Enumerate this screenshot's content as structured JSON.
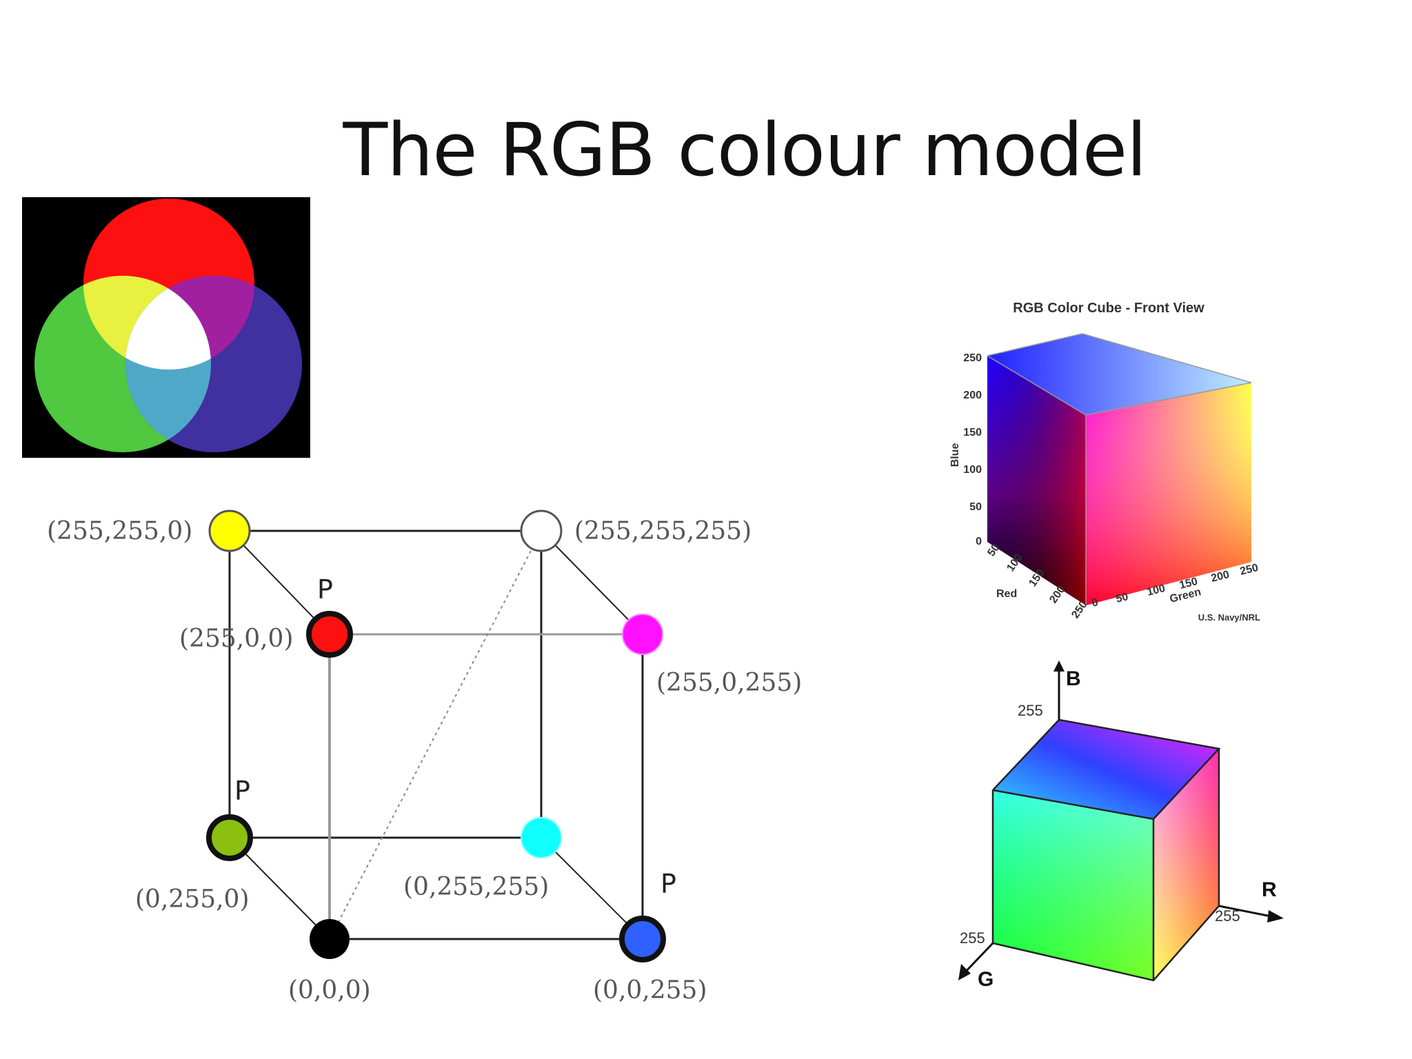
{
  "slide": {
    "title": "The RGB colour model"
  },
  "cube_diagram": {
    "p_marker": "P",
    "vertices": {
      "yellow": {
        "label": "(255,255,0)",
        "color": "#ffff00"
      },
      "white": {
        "label": "(255,255,255)",
        "color": "#ffffff"
      },
      "red": {
        "label": "(255,0,0)",
        "color": "#ff1010"
      },
      "magenta": {
        "label": "(255,0,255)",
        "color": "#ff10ff"
      },
      "green": {
        "label": "(0,255,0)",
        "color": "#8cc010"
      },
      "cyan": {
        "label": "(0,255,255)",
        "color": "#10ffff"
      },
      "black": {
        "label": "(0,0,0)",
        "color": "#000000"
      },
      "blue": {
        "label": "(0,0,255)",
        "color": "#3060ff"
      }
    }
  },
  "color_cube_front": {
    "title": "RGB Color Cube - Front View",
    "blue_axis_label": "Blue",
    "red_axis_label": "Red",
    "green_axis_label": "Green",
    "blue_ticks": [
      "250",
      "200",
      "150",
      "100",
      "50",
      "0"
    ],
    "red_ticks": [
      "50",
      "100",
      "150",
      "200",
      "250"
    ],
    "green_ticks": [
      "0",
      "50",
      "100",
      "150",
      "200",
      "250"
    ],
    "credit": "U.S. Navy/NRL"
  },
  "color_cube_axes": {
    "b_label": "B",
    "r_label": "R",
    "g_label": "G",
    "b_value": "255",
    "r_value": "255",
    "g_value": "255"
  }
}
